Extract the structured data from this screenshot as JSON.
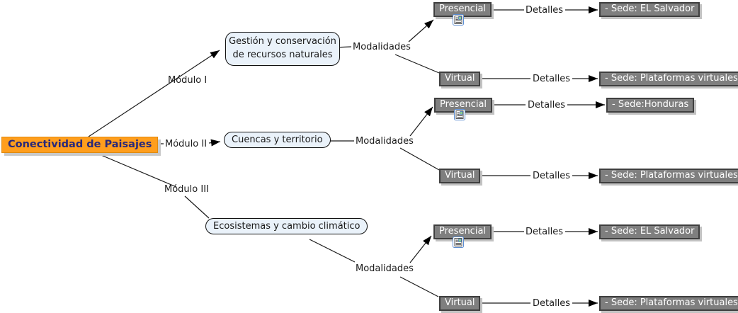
{
  "root": {
    "label": "Conectividad de Paisajes"
  },
  "modules": [
    {
      "link": "Módulo I",
      "concept": "Gestión y conservación de recursos naturales",
      "modalidades": "Modalidades",
      "branches": {
        "presencial": {
          "label": "Presencial",
          "detalles": "Detalles",
          "sede": "- Sede: EL Salvador",
          "icon": "resource-note-icon"
        },
        "virtual": {
          "label": "Virtual",
          "detalles": "Detalles",
          "sede": "- Sede: Plataformas virtuales"
        }
      }
    },
    {
      "link": "Módulo II",
      "concept": "Cuencas y territorio",
      "modalidades": "Modalidades",
      "branches": {
        "presencial": {
          "label": "Presencial",
          "detalles": "Detalles",
          "sede": "- Sede:Honduras",
          "icon": "resource-note-icon"
        },
        "virtual": {
          "label": "Virtual",
          "detalles": "Detalles",
          "sede": "- Sede: Plataformas virtuales"
        }
      }
    },
    {
      "link": "Módulo III",
      "concept": "Ecosistemas y cambio climático",
      "modalidades": "Modalidades",
      "branches": {
        "presencial": {
          "label": "Presencial",
          "detalles": "Detalles",
          "sede": "- Sede: EL Salvador",
          "icon": "resource-note-icon"
        },
        "virtual": {
          "label": "Virtual",
          "detalles": "Detalles",
          "sede": "- Sede: Plataformas virtuales"
        }
      }
    }
  ],
  "colors": {
    "root_bg": "#FF9E1D",
    "root_text": "#28287A",
    "concept_bg": "#EAF2FA",
    "gray_node_bg": "#7F7F7F",
    "gray_node_border": "#3F3F3F",
    "gray_node_text": "#FFFFFF",
    "line": "#000000"
  }
}
